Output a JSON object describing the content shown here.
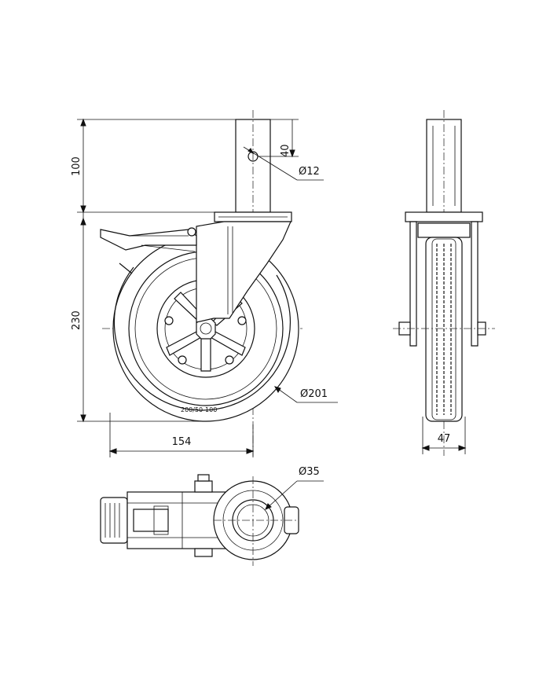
{
  "dimensions": {
    "stem_height": "100",
    "hole_offset": "40",
    "hole_diameter": "Ø12",
    "overall_height": "230",
    "offset_width": "154",
    "wheel_diameter": "Ø201",
    "wheel_width": "47",
    "stem_diameter": "Ø35"
  },
  "tire_marking": "200/50-100"
}
